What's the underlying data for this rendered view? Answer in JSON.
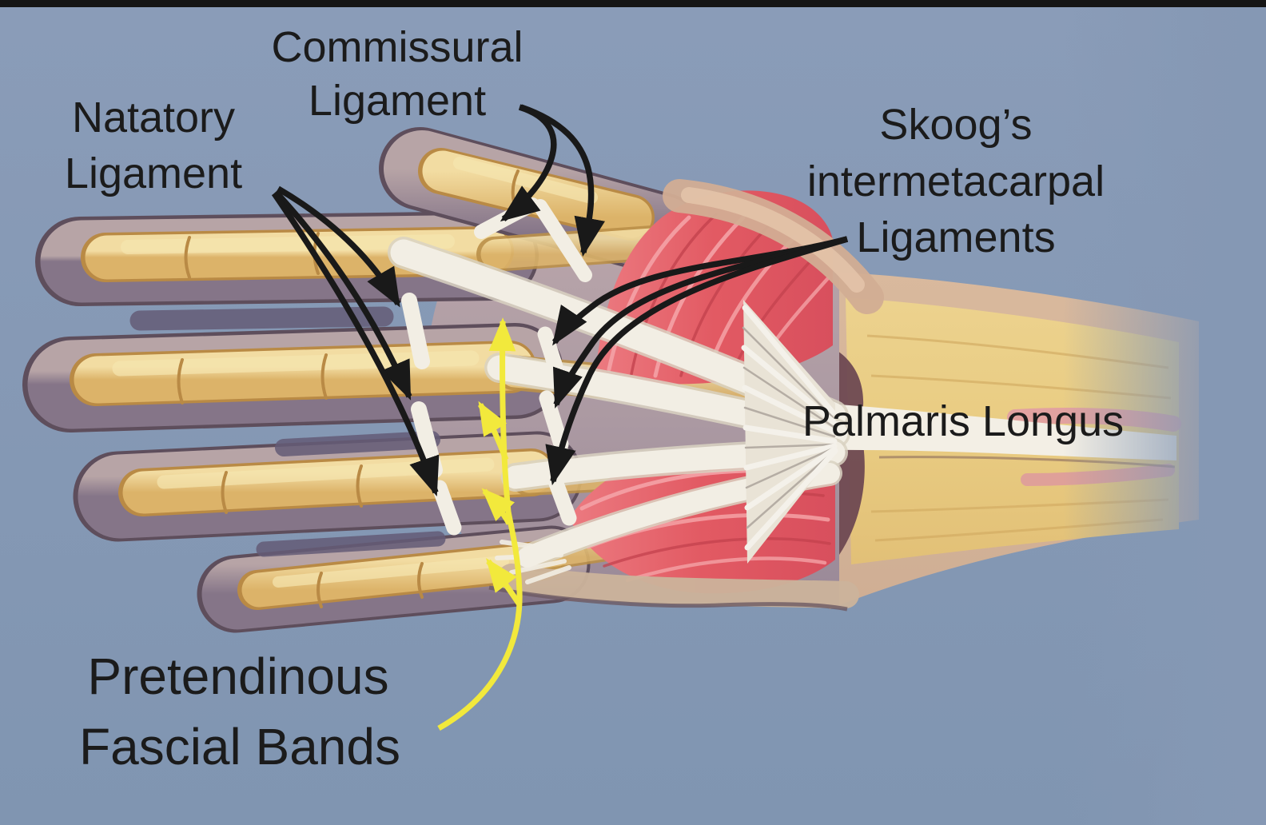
{
  "figure": {
    "type": "anatomical-diagram",
    "subject": "Palmar fascia of the hand",
    "colors": {
      "background": "#8598b4",
      "top_bar": "#151515",
      "label_text": "#1b1b1b",
      "annotation_black": "#191919",
      "annotation_yellow": "#f2e93c",
      "bone": "#e9c87e",
      "muscle_red": "#e25a63",
      "fascia_white": "#f2eee4",
      "skin_mauve": "#a6939d"
    },
    "labels": {
      "natatory": {
        "line1": "Natatory",
        "line2": "Ligament"
      },
      "commissural": {
        "line1": "Commissural",
        "line2": "Ligament"
      },
      "skoogs": {
        "line1": "Skoog’s",
        "line2": "intermetacarpal",
        "line3": "Ligaments"
      },
      "palmaris": {
        "text": "Palmaris Longus"
      },
      "pretendinous": {
        "line1": "Pretendinous",
        "line2": "Fascial Bands"
      }
    }
  }
}
